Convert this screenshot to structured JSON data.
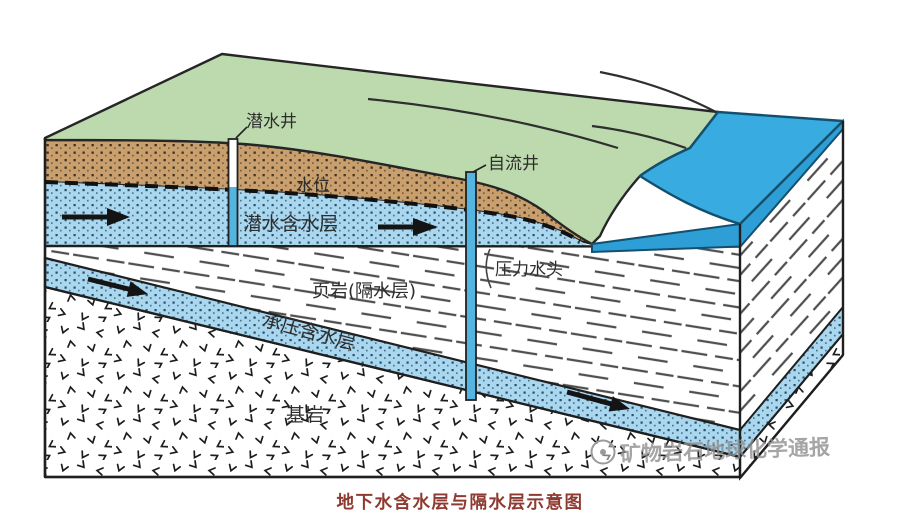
{
  "figure": {
    "caption": "地下水含水层与隔水层示意图",
    "watermark": "矿物岩石地球化学通报",
    "labels": {
      "unconfined_well": "潜水井",
      "water_table": "水位",
      "unconfined_aquifer": "潜水含水层",
      "artesian_well": "自流井",
      "pressure_head": "压力水头",
      "aquitard": "页岩(隔水层)",
      "confined_aquifer": "承压含水层",
      "bedrock": "基岩"
    },
    "colors": {
      "terrain_green": "#bcdaae",
      "soil_brown": "#c89f6d",
      "aquifer_blue": "#a9d7f0",
      "lake_blue": "#38ace0",
      "lake_side_blue": "#2d9fd6",
      "well_pipe_blue": "#54b6e0",
      "caption_maroon": "#8e3a30"
    }
  }
}
